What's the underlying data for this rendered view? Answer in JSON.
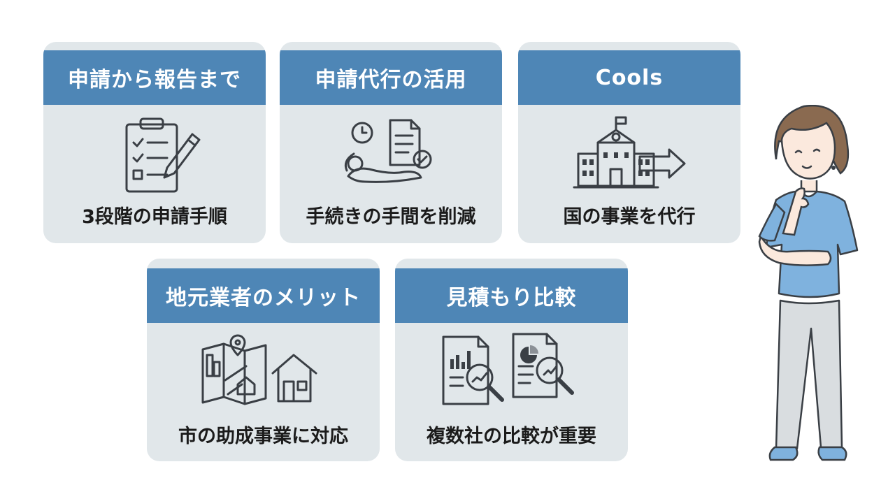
{
  "cards": [
    {
      "title": "申請から報告まで",
      "caption": "3段階の申請手順",
      "icon": "clipboard-pencil-icon"
    },
    {
      "title": "申請代行の活用",
      "caption": "手続きの手間を削減",
      "icon": "relaxing-person-document-icon"
    },
    {
      "title": "Cools",
      "caption": "国の事業を代行",
      "icon": "government-building-arrow-icon"
    },
    {
      "title": "地元業者のメリット",
      "caption": "市の助成事業に対応",
      "icon": "map-house-icon"
    },
    {
      "title": "見積もり比較",
      "caption": "複数社の比較が重要",
      "icon": "documents-magnifier-icon"
    }
  ],
  "colors": {
    "header": "#4e86b6",
    "card": "#e1e7ea",
    "shirt": "#7fb2de",
    "pants": "#d9dde0",
    "hair": "#8a6a50"
  },
  "figure": {
    "icon": "thinking-woman-icon"
  }
}
